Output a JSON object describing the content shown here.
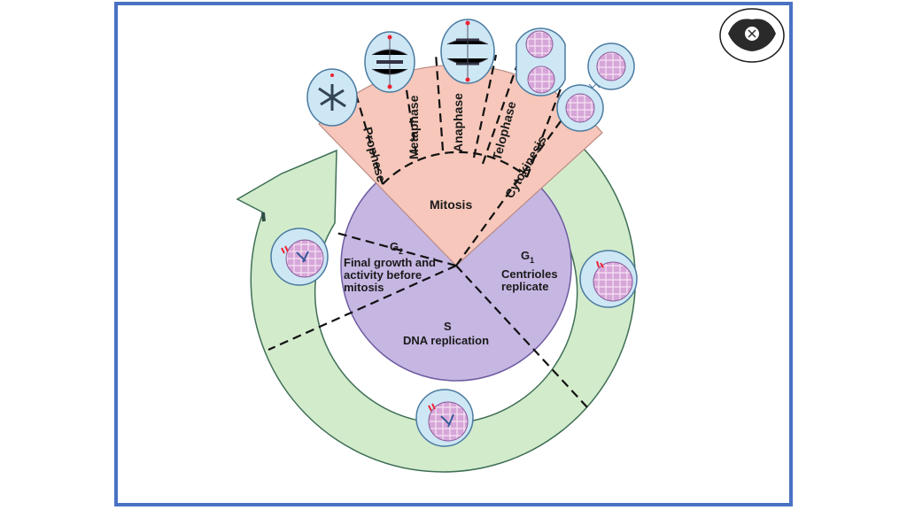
{
  "mitosis_phases": {
    "prophase": "Prophase",
    "metaphase": "Metaphase",
    "anaphase": "Anaphase",
    "telophase": "Telophase",
    "cytokinesis": "Cytokinesis"
  },
  "stages": {
    "mitosis": "Mitosis",
    "g2_label": "G",
    "g2_sub": "2",
    "g2_desc": [
      "Final growth and",
      "activity before",
      "mitosis"
    ],
    "g1_label": "G",
    "g1_sub": "1",
    "g1_desc": [
      "Centrioles",
      "replicate"
    ],
    "s_label": "S",
    "s_desc": "DNA replication"
  },
  "colors": {
    "outer_ring": "#d2ebcb",
    "inner_disc": "#c6b6e2",
    "mitosis_wedge": "#f6c7ba",
    "frame_border": "#4a72c4",
    "cell_fill": "#cde7f5",
    "nucleus_fill": "#d7a6d9"
  },
  "emblem": {
    "name": "crest-emblem-icon"
  }
}
